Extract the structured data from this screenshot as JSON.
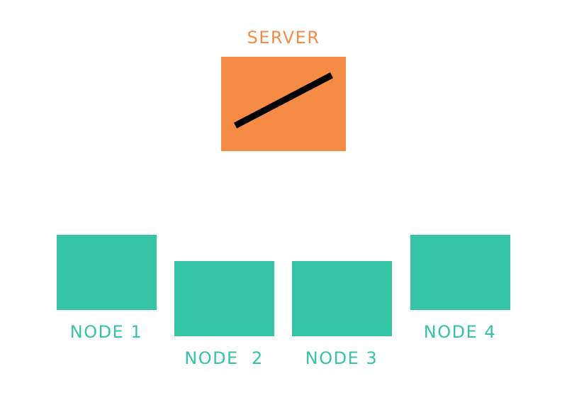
{
  "colors": {
    "server": "#f68b45",
    "node": "#35c5a6",
    "slash": "#000000"
  },
  "server": {
    "label": "SERVER",
    "icon": "slash-icon"
  },
  "nodes": [
    {
      "label": "NODE 1"
    },
    {
      "label": "NODE  2"
    },
    {
      "label": "NODE 3"
    },
    {
      "label": "NODE 4"
    }
  ]
}
